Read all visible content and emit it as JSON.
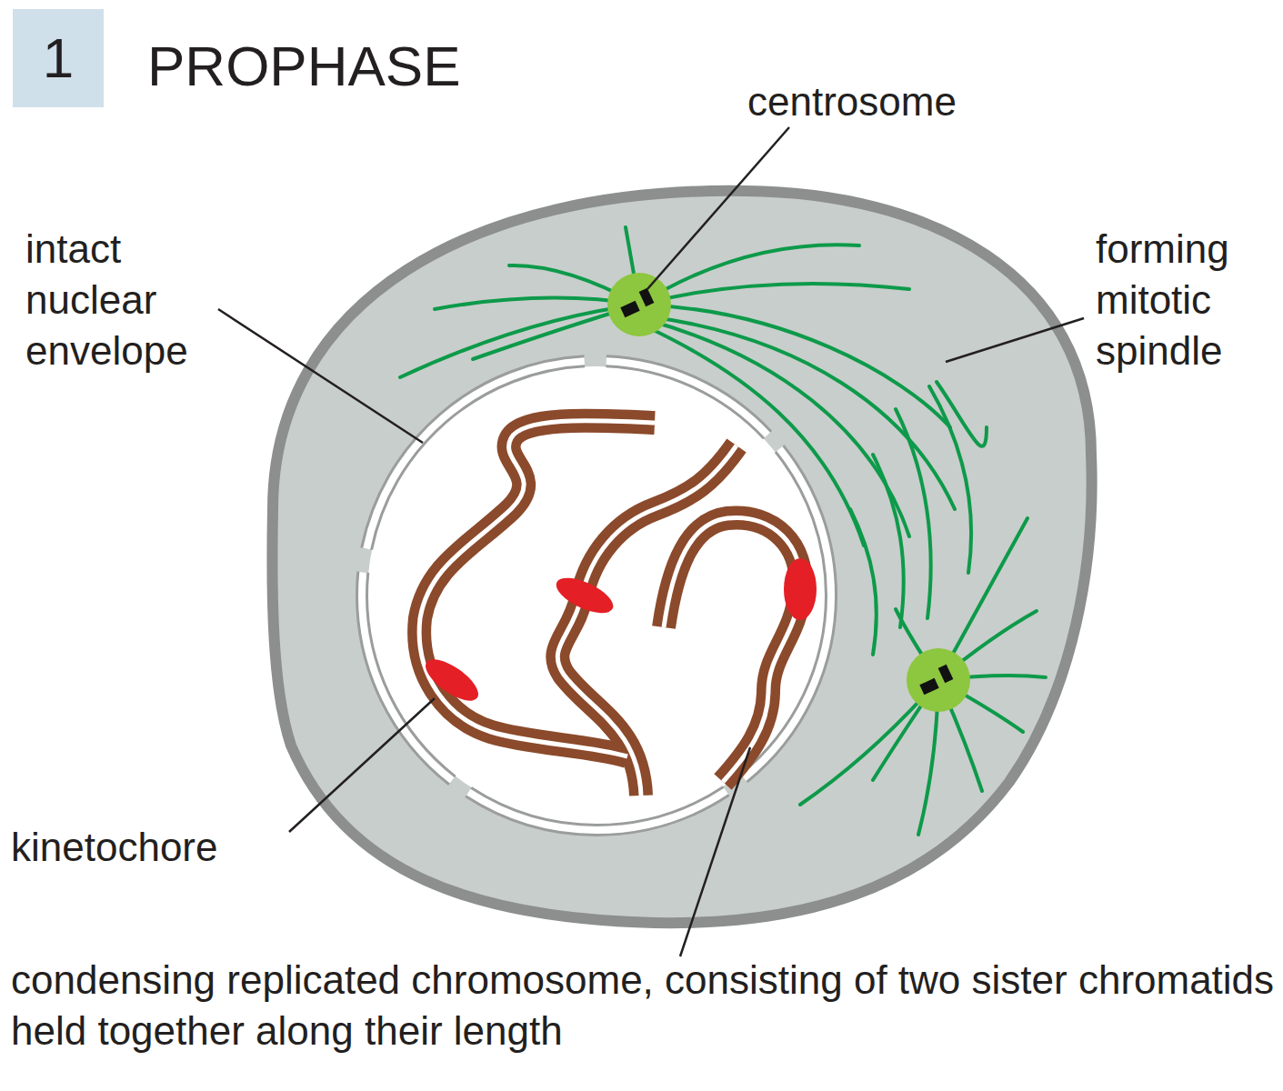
{
  "diagram": {
    "title": "PROPHASE",
    "nodes": [
      {
        "text": [
          "1"
        ]
      }
    ],
    "labels": [
      "centrosome",
      "intact nuclear envelope",
      "forming mitotic spindle",
      "kinetochore",
      "condensing replicated chromosome, consisting of two sister chromatids held together along their length"
    ]
  }
}
